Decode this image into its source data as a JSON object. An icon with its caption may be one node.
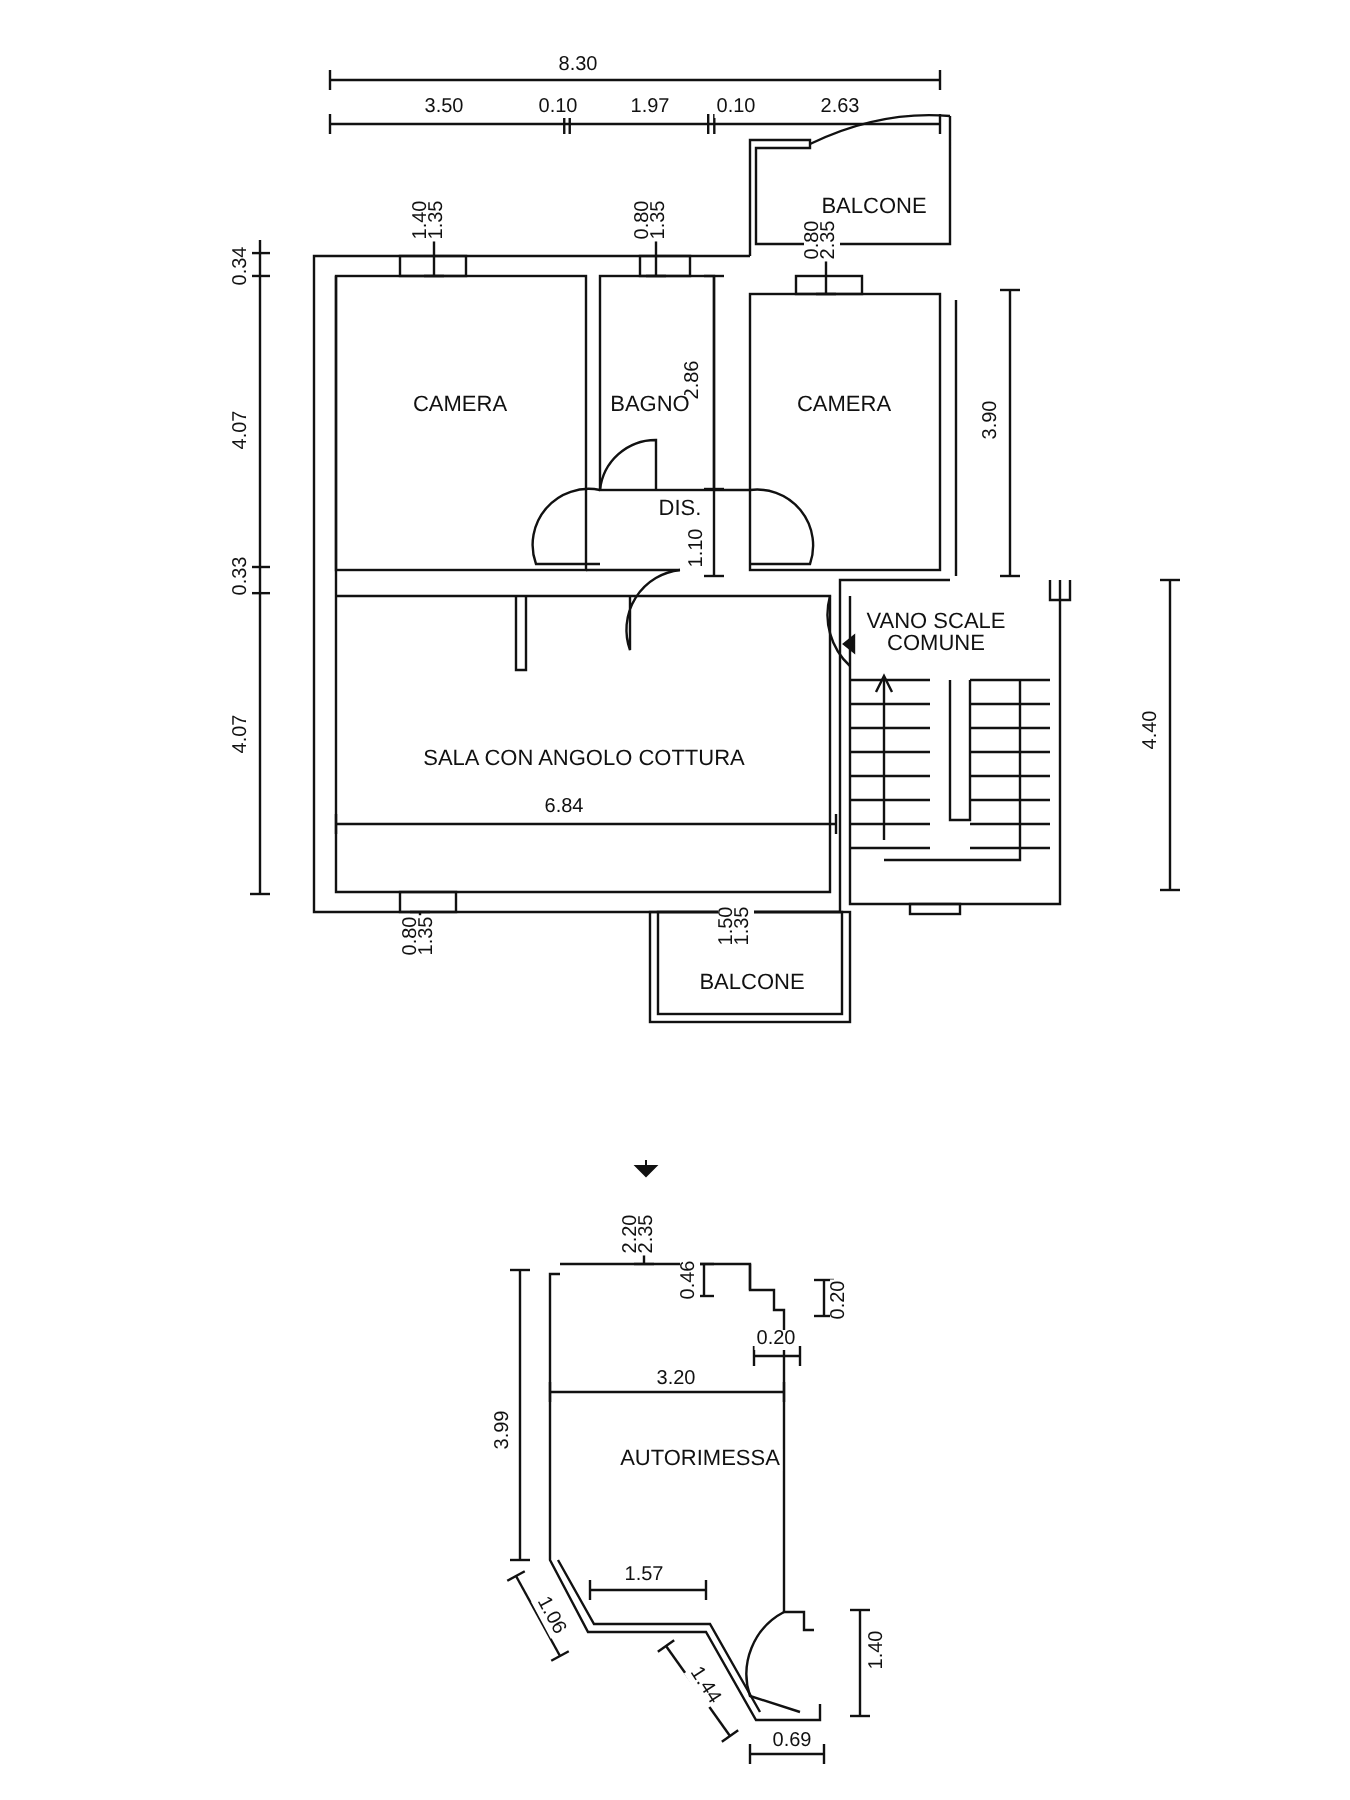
{
  "diagram": {
    "nodes": [
      {
        "text": [
          "BALCONE"
        ]
      },
      {
        "text": [
          "CAMERA"
        ]
      },
      {
        "text": [
          "BAGNO"
        ]
      },
      {
        "text": [
          "CAMERA"
        ]
      },
      {
        "text": [
          "DIS."
        ]
      },
      {
        "text": [
          "VANO SCALE COMUNE"
        ]
      },
      {
        "text": [
          "SALA CON ANGOLO COTTURA"
        ]
      },
      {
        "text": [
          "BALCONE"
        ]
      },
      {
        "text": [
          "AUTORIMESSA"
        ]
      }
    ],
    "labels": [
      "8.30",
      "3.50",
      "0.10",
      "1.97",
      "0.10",
      "2.63",
      "1.40",
      "1.35",
      "0.80",
      "1.35",
      "0.80",
      "2.35",
      "0.34",
      "2.86",
      "4.07",
      "3.90",
      "1.10",
      "0.33",
      "4.07",
      "4.40",
      "6.84",
      "0.80",
      "1.35",
      "1.50",
      "1.35",
      "2.20",
      "2.35",
      "0.46",
      "0.20",
      "0.20",
      "3.99",
      "3.20",
      "1.57",
      "1.06",
      "1.44",
      "1.40",
      "0.69"
    ]
  }
}
